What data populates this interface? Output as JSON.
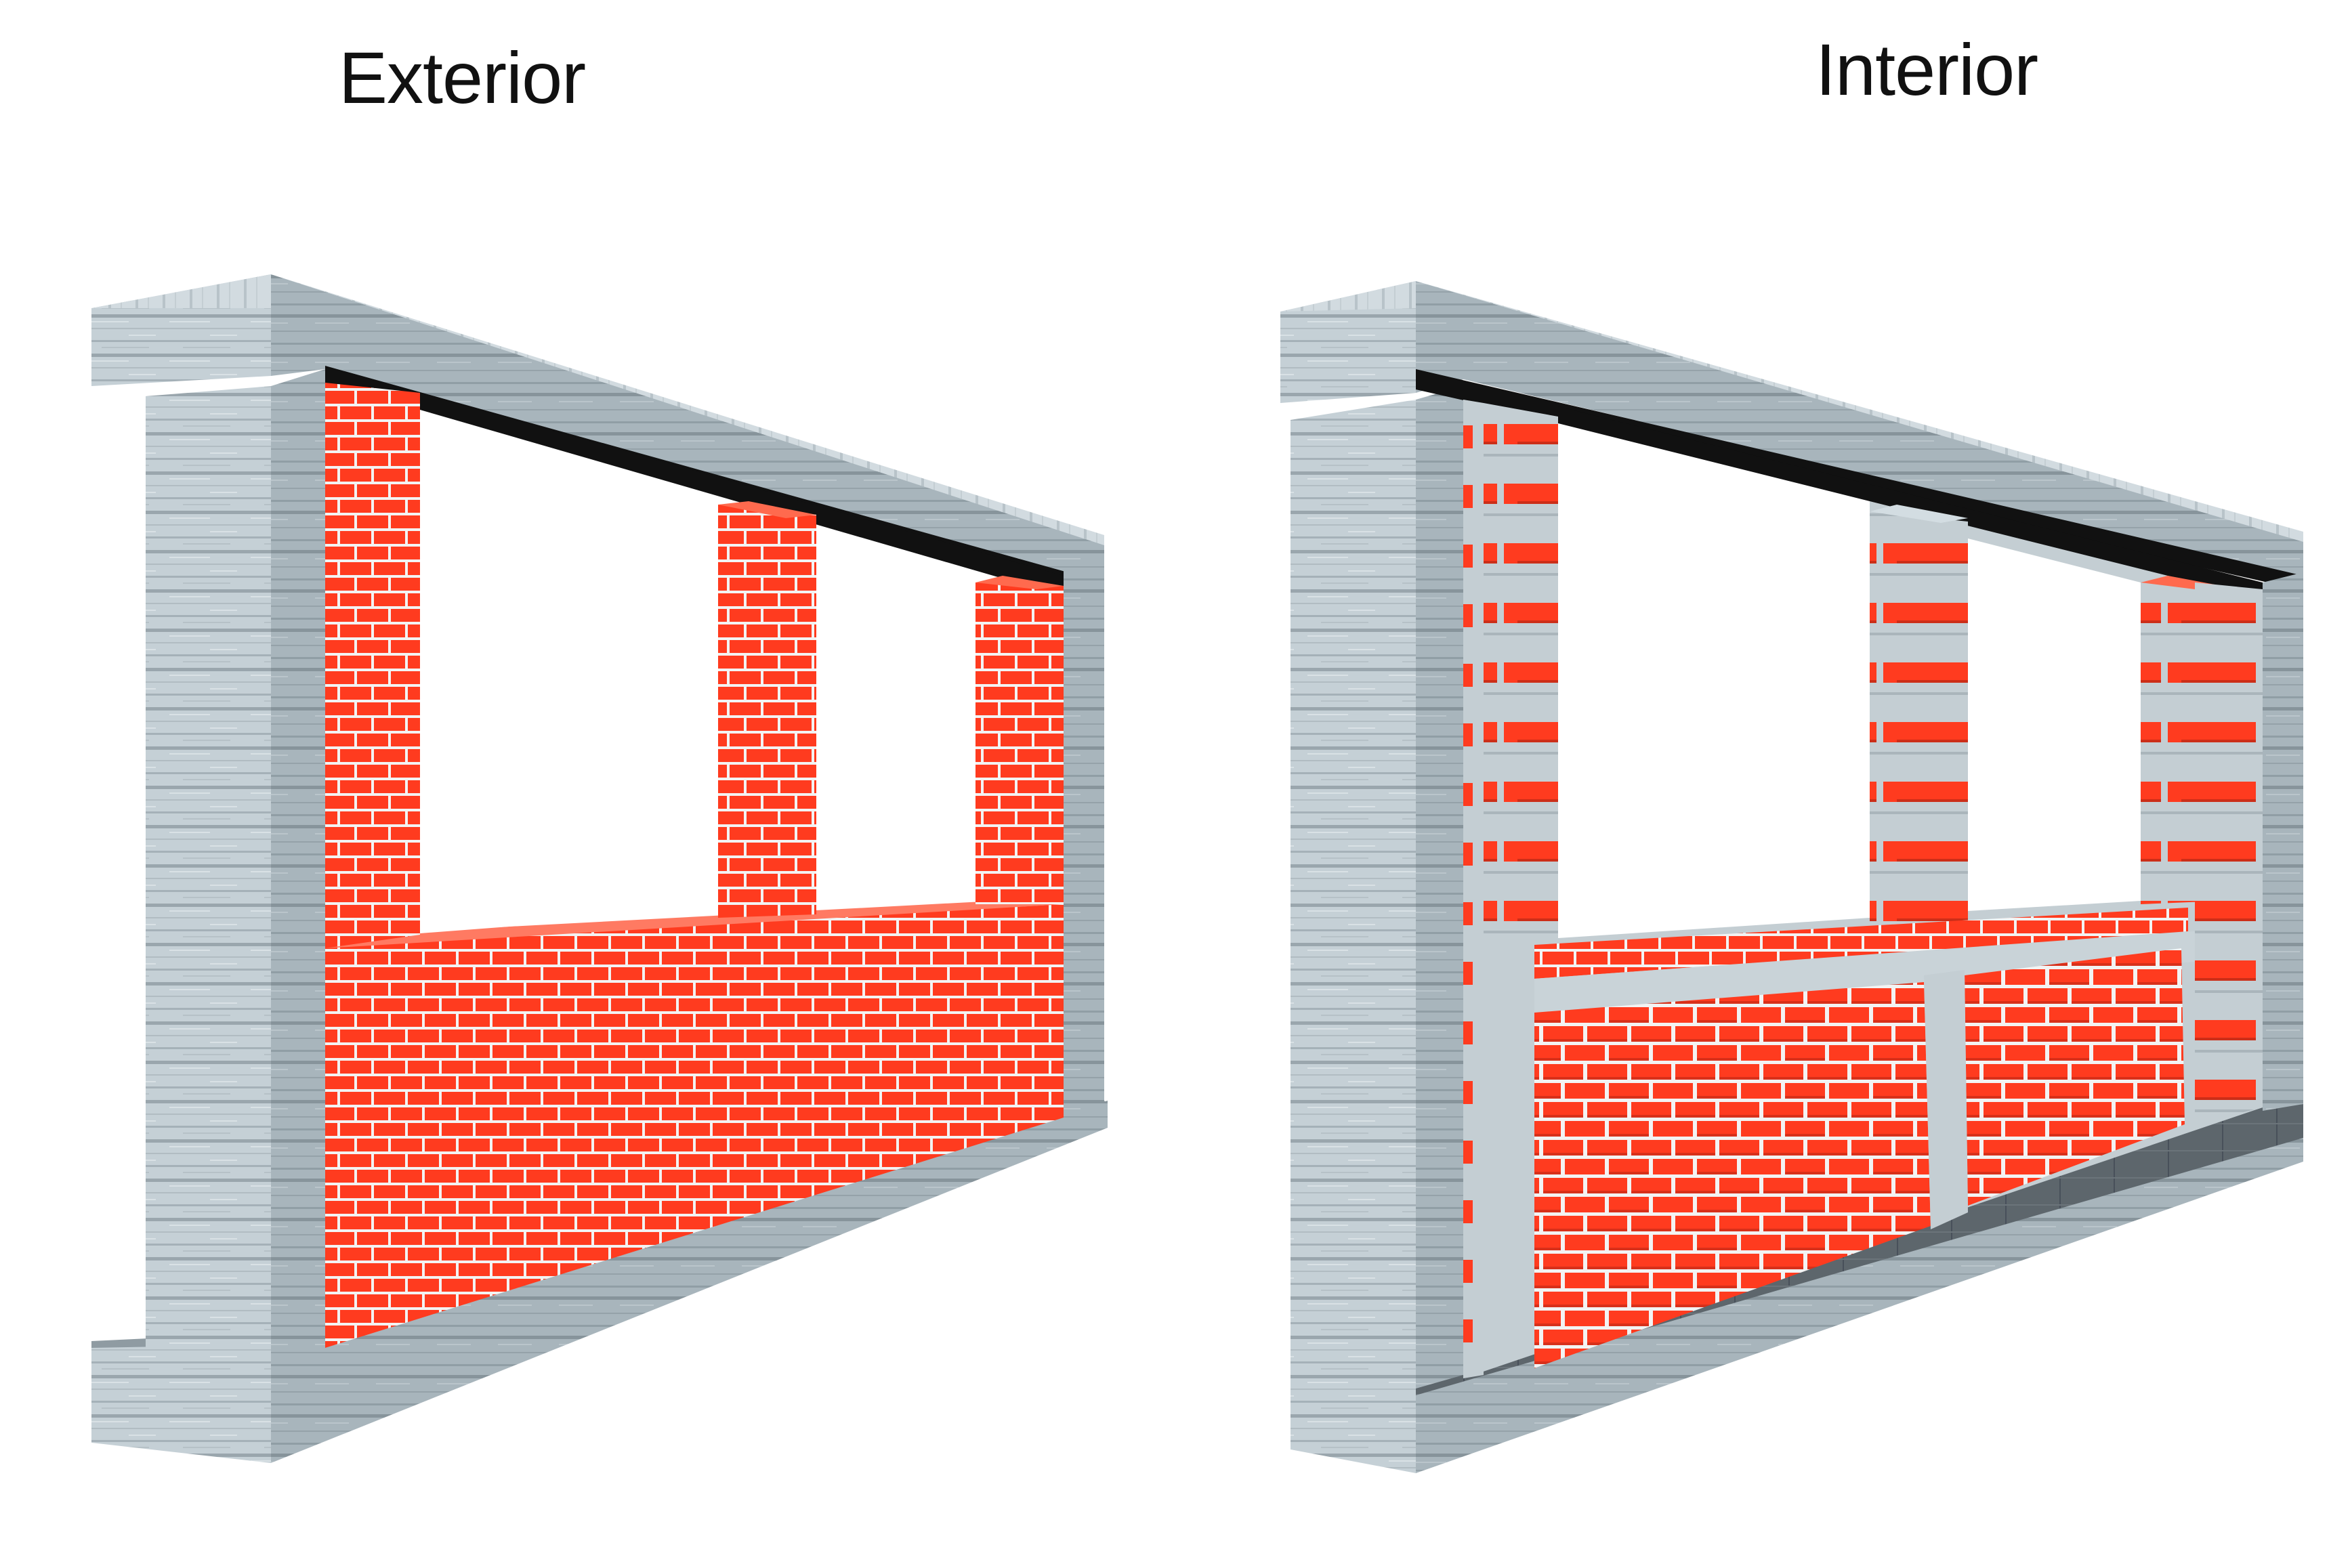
{
  "panels": [
    {
      "id": "exterior",
      "title": "Exterior"
    },
    {
      "id": "interior",
      "title": "Interior"
    }
  ],
  "colors": {
    "background": "#ffffff",
    "concrete_front": "#c3cfd6",
    "concrete_side": "#a9b6bd",
    "concrete_top": "#d3dde2",
    "concrete_grain": "#8d9aa1",
    "beam_underside": "#111111",
    "brick": "#ff3b1f",
    "mortar": "#f4f4f4",
    "brick_shadow": "#c42a14",
    "sill": "#5a6268"
  }
}
